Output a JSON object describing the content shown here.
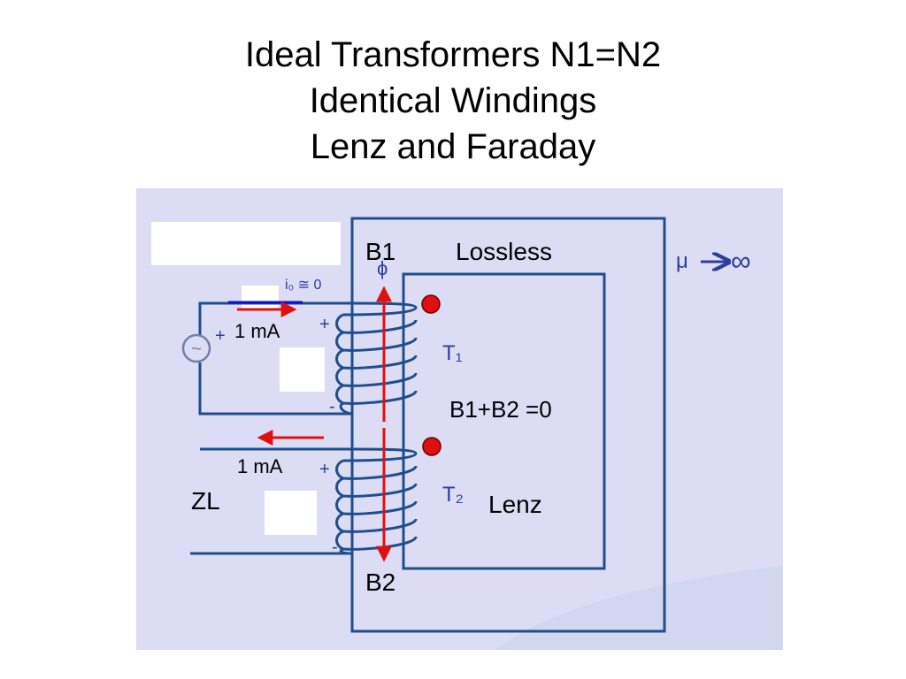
{
  "slide": {
    "title_lines": [
      "Ideal Transformers  N1=N2",
      "Identical Windings",
      "Lenz and Faraday"
    ]
  },
  "diagram": {
    "labels": {
      "b1": "B1",
      "b2": "B2",
      "lossless": "Lossless",
      "sum": "B1+B2 =0",
      "lenz": "Lenz",
      "current_top": "1 mA",
      "current_bottom": "1 mA",
      "load": "ZL",
      "mu": "μ",
      "infinity": "∞",
      "t1": "T₁",
      "t2": "T₂",
      "phi": "ϕ",
      "i_zero": "i₀ ≅ 0",
      "plus": "+",
      "minus": "-",
      "source_plus": "+",
      "source_symbol": "~"
    },
    "colors": {
      "panel_bg": "#dcdcf5",
      "core": "#1f4e8c",
      "wire": "#1f4e8c",
      "flux_arrow": "#e01010",
      "current_arrow": "#e01010",
      "dot": "#e01010",
      "text": "#000000",
      "label_blue": "#2a3f9a"
    }
  }
}
